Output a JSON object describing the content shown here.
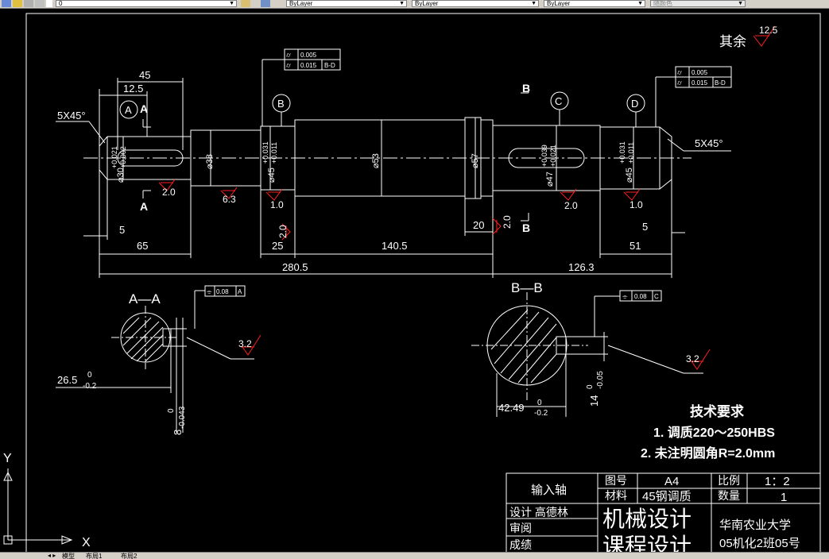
{
  "toolbar": {
    "layer_value": "0",
    "color_value": "ByLayer",
    "linetype_value": "ByLayer",
    "lineweight_value": "ByLayer",
    "plotstyle_value": "随颜色"
  },
  "tabs": [
    "模型",
    "布局1",
    "布局2"
  ],
  "ucs": {
    "x_label": "X",
    "y_label": "Y"
  },
  "drawing": {
    "roughness_other_label": "其余",
    "roughness_other_value": "12.5",
    "chamfer_left": "5X45°",
    "chamfer_right": "5X45°",
    "dim_45": "45",
    "dim_12_5": "12.5",
    "dim_5_left": "5",
    "dim_65": "65",
    "dim_25": "25",
    "dim_140_5": "140.5",
    "dim_20": "20",
    "dim_5_right": "5",
    "dim_51": "51",
    "dim_280_5": "280.5",
    "dim_126_3": "126.3",
    "dia_30": "⌀30",
    "dia_30_tol_up": "+0.021",
    "dia_30_tol_lo": "+0.002",
    "dia_38": "⌀38",
    "dia_45": "⌀45",
    "dia_45_tol_up": "+0.031",
    "dia_45_tol_lo": "+0.011",
    "dia_53": "⌀53",
    "dia_57": "⌀57",
    "dia_47": "⌀47",
    "dia_47_tol_up": "+0.039",
    "dia_47_tol_lo": "+0.021",
    "rough_2_0": "2.0",
    "rough_6_3": "6.3",
    "rough_1_0": "1.0",
    "rough_3_2": "3.2",
    "datum_A": "A",
    "datum_B": "B",
    "datum_C": "C",
    "datum_D": "D",
    "section_A_label": "A",
    "section_B_label": "B",
    "gdt_runout_1": "0.005",
    "gdt_runout_2": "0.015",
    "gdt_datum_BD": "B-D",
    "section_AA_title": "A—A",
    "section_BB_title": "B—B",
    "gdt_sym_AA": "0.08",
    "gdt_sym_AA_datum": "A",
    "gdt_sym_BB": "0.08",
    "gdt_sym_BB_datum": "C",
    "dim_26_5": "26.5",
    "dim_26_5_tol": "0\n-0.2",
    "dim_8": "8",
    "dim_8_tol_up": "0",
    "dim_8_tol_lo": "-0.043",
    "dim_42_49": "42.49",
    "dim_42_49_tol_up": "0",
    "dim_42_49_tol_lo": "-0.2",
    "dim_14": "14",
    "dim_14_tol_up": "0",
    "dim_14_tol_lo": "-0.05",
    "tech_title": "技术要求",
    "tech_1": "1. 调质220～250HBS",
    "tech_2": "2. 未注明圆角R=2.0mm"
  },
  "title_block": {
    "part_name": "输入轴",
    "drawing_no_label": "图号",
    "drawing_no_value": "A4",
    "scale_label": "比例",
    "scale_value": "1：2",
    "material_label": "材料",
    "material_value": "45钢调质",
    "qty_label": "数量",
    "qty_value": "1",
    "designer": "设计 高德林",
    "review": "审阅",
    "grade": "成绩",
    "course_title_1": "机械设计",
    "course_title_2": "课程设计",
    "school": "华南农业大学",
    "class": "05机化2班05号"
  },
  "colors": {
    "line": "#ffffff",
    "roughness": "#ff2020",
    "background": "#000000",
    "ui": "#d4d0c8"
  }
}
